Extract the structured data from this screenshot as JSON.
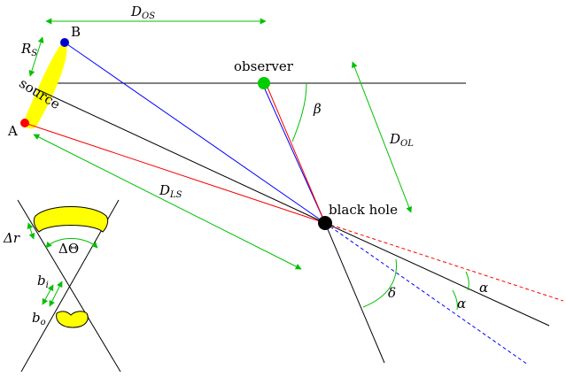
{
  "labels": {
    "d_os_main": "D",
    "d_os_sub": "OS",
    "b_point": "B",
    "r_s_main": "R",
    "r_s_sub": "S",
    "source": "source",
    "a_point": "A",
    "observer": "observer",
    "beta": "β",
    "d_ol_main": "D",
    "d_ol_sub": "OL",
    "d_ls_main": "D",
    "d_ls_sub": "LS",
    "black_hole": "black hole",
    "delta_r": "Δr",
    "delta_theta": "ΔΘ",
    "b_i_main": "b",
    "b_i_sub": "i",
    "b_o_main": "b",
    "b_o_sub": "o",
    "delta": "δ",
    "alpha_1": "α",
    "alpha_2": "α"
  },
  "colors": {
    "axis": "#000000",
    "ray_a": "#ff0000",
    "ray_b": "#0000ff",
    "dimension_arrow": "#00c000",
    "source_fill": "#ffff00",
    "point_a": "#ff0000",
    "point_b": "#0000cc",
    "observer_dot": "#00cc00",
    "black_hole": "#000000"
  }
}
